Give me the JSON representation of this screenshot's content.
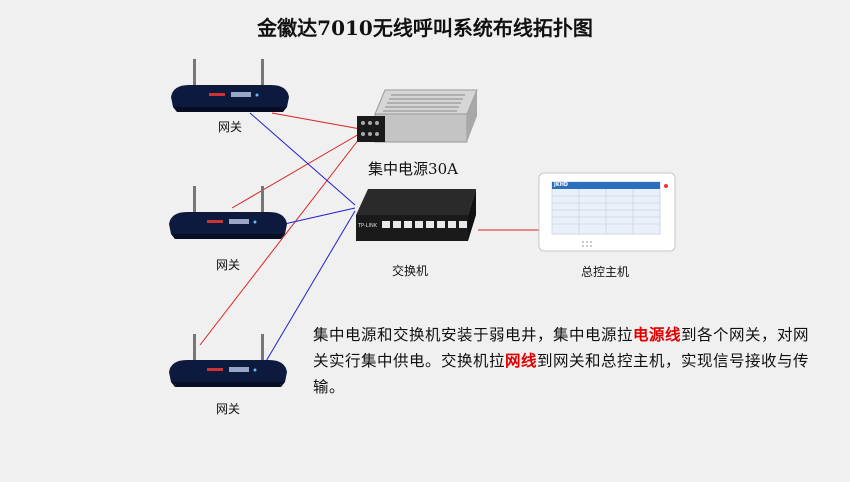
{
  "title": "金徽达7010无线呼叫系统布线拓扑图",
  "devices": {
    "gateway_label": "网关",
    "psu_label": "集中电源30A",
    "switch_label": "交换机",
    "switch_brand": "TP-LINK",
    "host_label": "总控主机",
    "host_brand": "JKHD"
  },
  "description": {
    "p1": "集中电源和交换机安装于弱电井，集中电源拉",
    "h1": "电源线",
    "p2": "到各个网关，对网关实行集中供电。交换机拉",
    "h2": "网线",
    "p3": "到网关和总控主机，实现信号接收与传输。"
  },
  "colors": {
    "power_line": "#e02020",
    "network_line": "#2020d0"
  }
}
